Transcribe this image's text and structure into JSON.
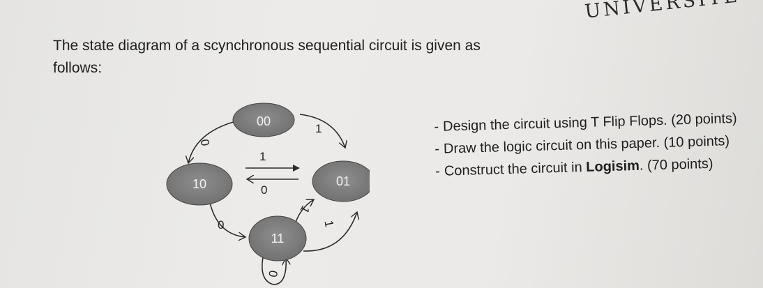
{
  "stamp": "UNİVERSİTE",
  "question": "The state diagram of a scynchronous sequential circuit is given as follows:",
  "diagram": {
    "states": [
      "00",
      "01",
      "11",
      "10"
    ],
    "transitions": {
      "s00_to_s01": "1",
      "s00_to_s10": "0",
      "s10_to_s01": "1",
      "s01_to_s10": "0",
      "s11_to_s01": "1",
      "s01_to_s11": "1",
      "s10_to_s11": "0",
      "s11_self": "0"
    }
  },
  "tasks": [
    {
      "dash": "-",
      "text": "Design the circuit using T Flip Flops. (20 points)",
      "bold": ""
    },
    {
      "dash": "-",
      "text": "Draw the logic circuit on this paper. (10 points)",
      "bold": ""
    },
    {
      "dash": "-",
      "text": "Construct the circuit in ",
      "bold": "Logisim",
      "suffix": ". (70 points)"
    }
  ]
}
